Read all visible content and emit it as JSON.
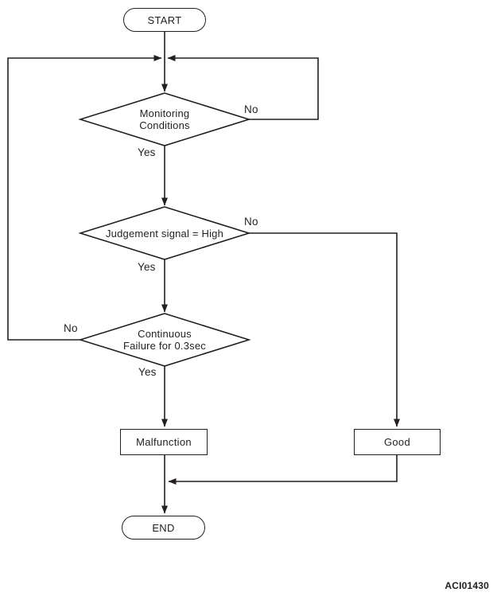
{
  "figure_code": "ACI01430",
  "colors": {
    "line": "#231f20",
    "background": "#ffffff"
  },
  "nodes": {
    "start": {
      "label": "START"
    },
    "monitoring": {
      "line1": "Monitoring",
      "line2": "Conditions"
    },
    "judgement": {
      "label": "Judgement signal = High"
    },
    "continuous": {
      "line1": "Continuous",
      "line2": "Failure for 0.3sec"
    },
    "malfunction": {
      "label": "Malfunction"
    },
    "good": {
      "label": "Good"
    },
    "end": {
      "label": "END"
    }
  },
  "edges": {
    "monitoring_no": "No",
    "monitoring_yes": "Yes",
    "judgement_no": "No",
    "judgement_yes": "Yes",
    "continuous_no": "No",
    "continuous_yes": "Yes"
  }
}
